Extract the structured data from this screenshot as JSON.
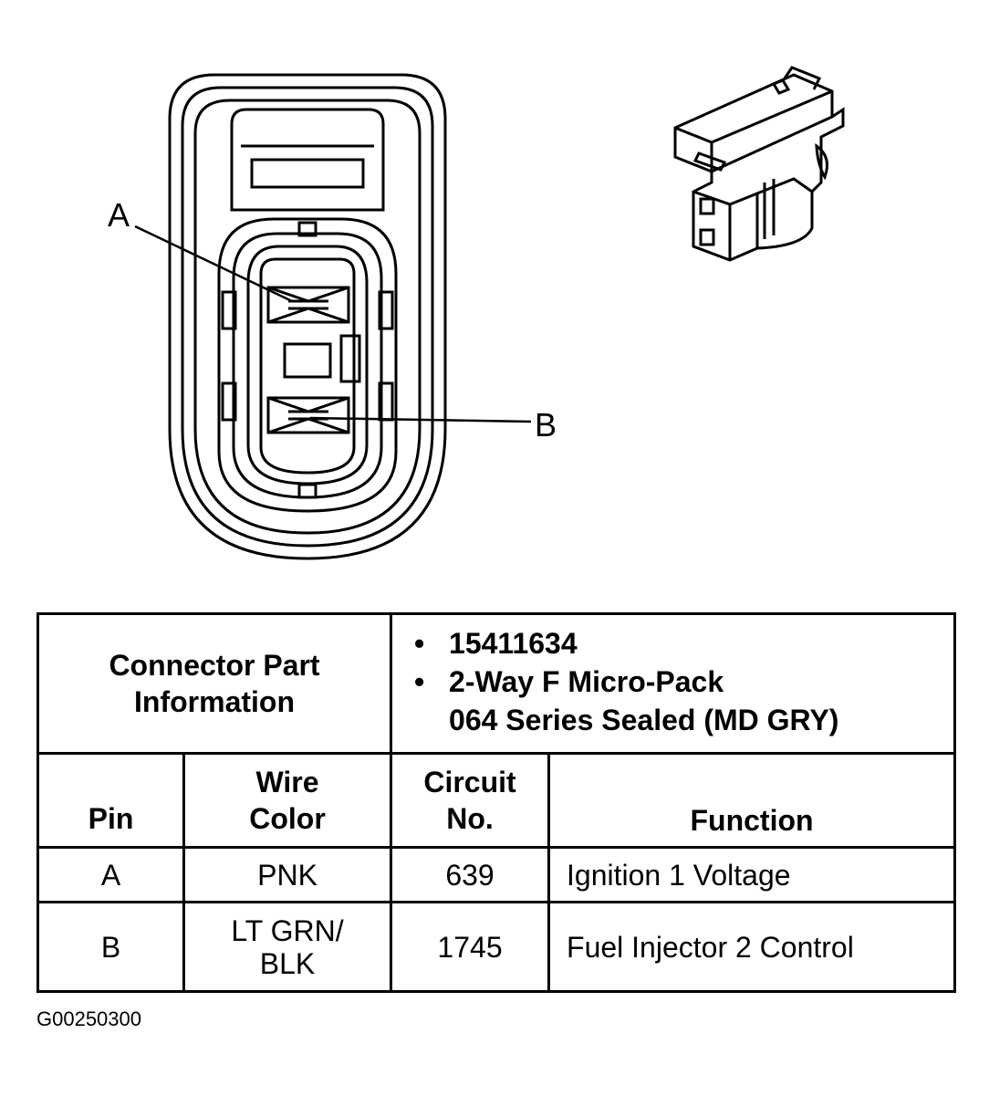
{
  "figure_id": "G00250300",
  "callouts": {
    "pin_a": "A",
    "pin_b": "B"
  },
  "connector_info": {
    "label": "Connector Part Information",
    "part_number": "15411634",
    "description_line1": "2-Way F Micro-Pack",
    "description_line2": "064 Series Sealed (MD GRY)"
  },
  "columns": {
    "pin": "Pin",
    "wire_color": "Wire Color",
    "circuit_no": "Circuit No.",
    "function": "Function"
  },
  "rows": [
    {
      "pin": "A",
      "wire_color": "PNK",
      "circuit": "639",
      "function": "Ignition 1 Voltage"
    },
    {
      "pin": "B",
      "wire_color": "LT GRN/ BLK",
      "circuit": "1745",
      "function": "Fuel Injector 2 Control"
    }
  ]
}
